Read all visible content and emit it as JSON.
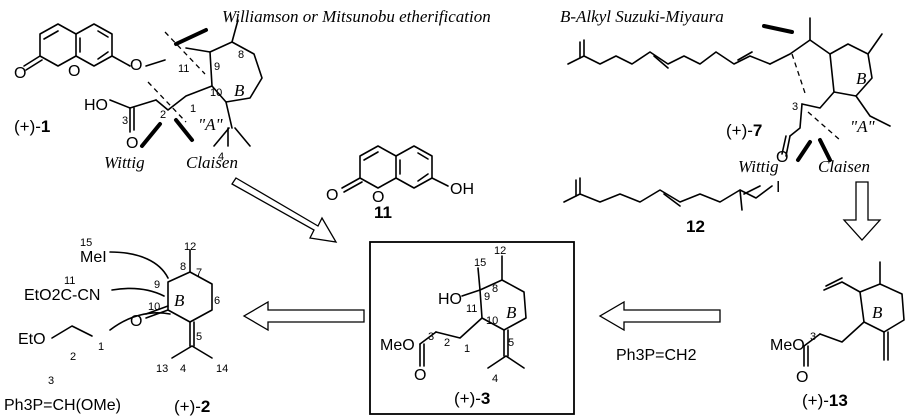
{
  "disconnections": {
    "williamson": "Williamson or Mitsunobu etherification",
    "suzuki": "B-Alkyl Suzuki-Miyaura",
    "wittig_left": "Wittig",
    "claisen_left": "Claisen",
    "wittig_right": "Wittig",
    "claisen_right": "Claisen"
  },
  "compounds": {
    "c1": {
      "prefix": "(+)-",
      "num": "1"
    },
    "c2": {
      "prefix": "(+)-",
      "num": "2"
    },
    "c3": {
      "prefix": "(+)-",
      "num": "3"
    },
    "c7": {
      "prefix": "(+)-",
      "num": "7"
    },
    "c11": {
      "num": "11"
    },
    "c12": {
      "num": "12"
    },
    "c13": {
      "prefix": "(+)-",
      "num": "13"
    }
  },
  "ring_labels": {
    "b": "B",
    "a": "\"A\""
  },
  "reagents": {
    "mei": "MeI",
    "cyano": "EtO2C-CN",
    "vinyl_ether": "EtO",
    "ylide_ome": "Ph3P=CH(OMe)",
    "ylide_ch2": "Ph3P=CH2"
  },
  "atoms": {
    "O": "O",
    "OH": "OH",
    "HO": "HO",
    "MeO": "MeO",
    "I": "I"
  },
  "numbers": {
    "n1": "1",
    "n2": "2",
    "n3": "3",
    "n4": "4",
    "n5": "5",
    "n6": "6",
    "n7": "7",
    "n8": "8",
    "n9": "9",
    "n10": "10",
    "n11": "11",
    "n12": "12",
    "n13": "13",
    "n14": "14",
    "n15": "15"
  }
}
